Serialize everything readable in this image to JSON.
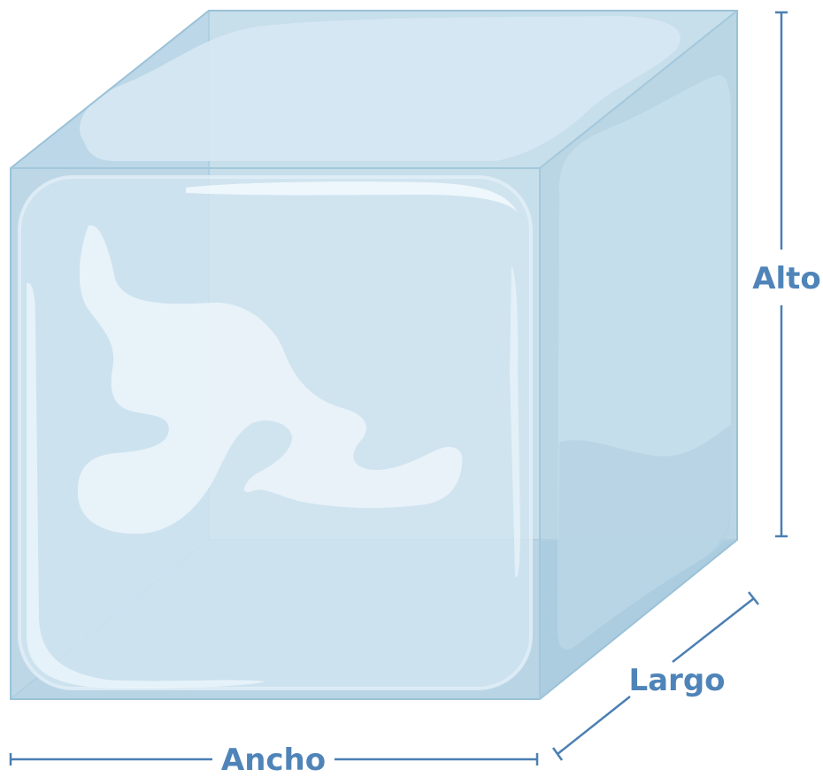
{
  "labels": {
    "height": "Alto",
    "depth": "Largo",
    "width": "Ancho"
  },
  "colors": {
    "dimension_line": "#4a7fb3",
    "label_text": "#4f84b8",
    "cube_front": "#bcd6e6",
    "cube_top": "#bed8e8",
    "cube_side": "#9cc3d8",
    "cube_edge": "#8fb8cf",
    "highlight": "#e6f1f9"
  }
}
